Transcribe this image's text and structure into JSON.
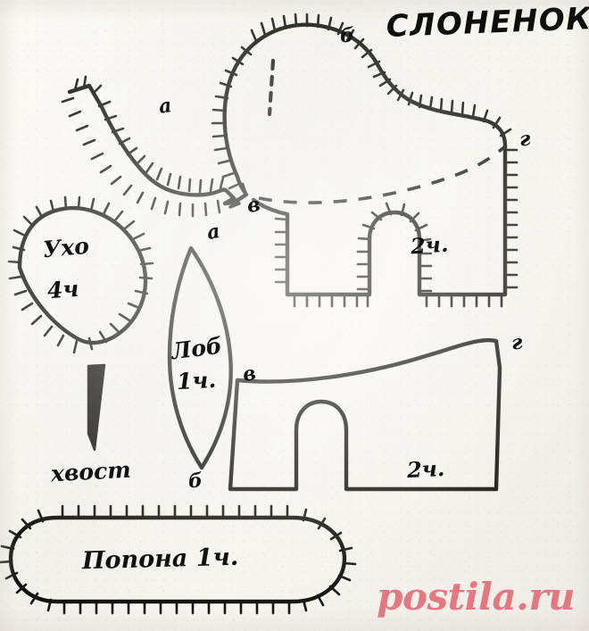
{
  "document": {
    "title": "СЛОНЕНОК",
    "kind": "sewing-pattern-sheet",
    "language": "ru",
    "background_color": "#f6f4ef",
    "ink_color": "#15130f"
  },
  "watermark": {
    "text": "postila.ru",
    "color": "#e4707a"
  },
  "pieces": [
    {
      "id": "body",
      "name_label": "",
      "count_label": "2ч.",
      "markers": [
        "а",
        "б",
        "в",
        "г"
      ],
      "description": "elephant side body with trunk, head, two legs and dashed blanket line"
    },
    {
      "id": "ear",
      "name_label": "Ухо",
      "count_label": "4ч",
      "markers": [],
      "description": "rounded teardrop ear piece with seam notches"
    },
    {
      "id": "forehead",
      "name_label": "Лоб",
      "count_label": "1ч.",
      "markers": [
        "а",
        "б"
      ],
      "description": "pointed oval gusset for the forehead / head strip"
    },
    {
      "id": "tail",
      "name_label": "хвост",
      "count_label": "",
      "markers": [],
      "description": "narrow solid filled triangular tail strip"
    },
    {
      "id": "underbody",
      "name_label": "",
      "count_label": "2ч.",
      "markers": [
        "в",
        "г"
      ],
      "description": "lower body / belly gusset with leg cut-out"
    },
    {
      "id": "blanket",
      "name_label": "Попона",
      "count_label": "1ч.",
      "markers": [],
      "description": "long rounded rectangle saddle blanket with notches"
    }
  ],
  "labels": {
    "body_count": "2ч.",
    "body_a": "а",
    "body_b": "б",
    "body_v": "в",
    "body_g": "г",
    "ear_name": "Ухо",
    "ear_count": "4ч",
    "forehead_name": "Лоб",
    "forehead_count": "1ч.",
    "forehead_a": "а",
    "forehead_b": "б",
    "tail_name": "хвост",
    "underbody_count": "2ч.",
    "underbody_v": "в",
    "underbody_g": "г",
    "blanket_text": "Попона  1ч."
  }
}
